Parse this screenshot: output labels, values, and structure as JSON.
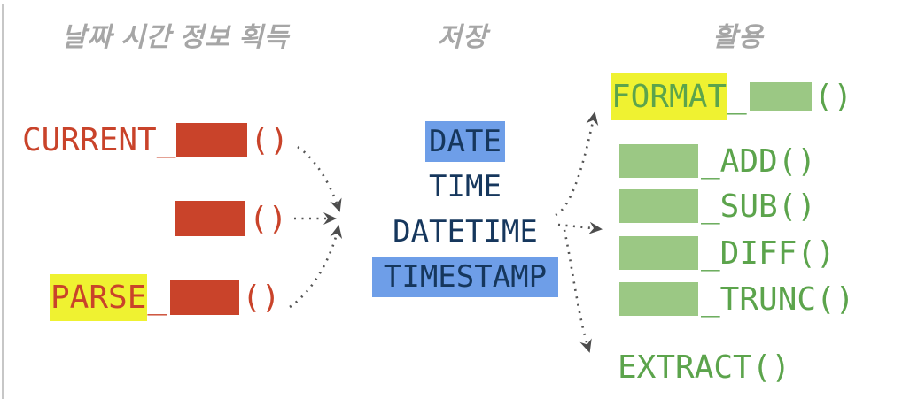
{
  "headers": {
    "acquire": "날짜 시간 정보 획득",
    "store": "저장",
    "use": "활용"
  },
  "acquire": {
    "current": {
      "prefix": "CURRENT_",
      "parens": "()"
    },
    "blank": {
      "parens": "()"
    },
    "parse": {
      "highlight": "PARSE",
      "separator": "_",
      "parens": "()"
    }
  },
  "store": {
    "types": [
      {
        "label": "DATE",
        "highlighted": true
      },
      {
        "label": "TIME",
        "highlighted": false
      },
      {
        "label": "DATETIME",
        "highlighted": false
      },
      {
        "label": "TIMESTAMP",
        "highlighted": true
      }
    ]
  },
  "use": {
    "format": {
      "highlight": "FORMAT",
      "separator": "_",
      "parens": "()"
    },
    "operations": [
      {
        "suffix": "_ADD()"
      },
      {
        "suffix": "_SUB()"
      },
      {
        "suffix": "_DIFF()"
      },
      {
        "suffix": "_TRUNC()"
      }
    ],
    "extract": "EXTRACT()"
  },
  "colors": {
    "red": "#c9432a",
    "yellow_highlight": "#eff231",
    "blue_highlight": "#6e9ee8",
    "navy_text": "#16375d",
    "green_text": "#5ca44c",
    "green_box": "#9bc884",
    "header_gray": "#a6a6a6",
    "arrow_gray": "#555555"
  }
}
